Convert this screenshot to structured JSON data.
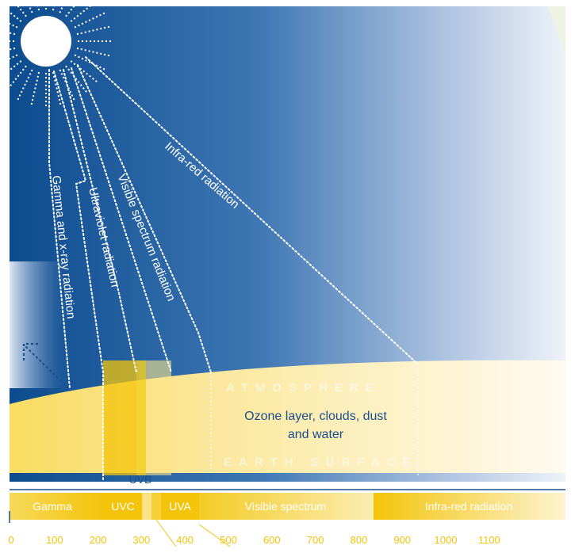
{
  "rays": {
    "gamma": "Gamma and x-ray radiation",
    "ultraviolet": "Ultraviolet radiation",
    "visible": "Visible spectrum radiation",
    "infrared": "Infra-red radiation"
  },
  "layers": {
    "atmosphere": "ATMOSPHERE",
    "earth_surface": "EARTH SURFACE",
    "ozone_line1": "Ozone layer, clouds, dust",
    "ozone_line2": "and water"
  },
  "spectrum": {
    "uvb_label": "UVB",
    "bands": [
      "Gamma",
      "UVC",
      "UVA",
      "Visible spectrum",
      "Infra-red radiation"
    ],
    "ticks": [
      "0",
      "100",
      "200",
      "300",
      "400",
      "500",
      "600",
      "700",
      "800",
      "900",
      "1000",
      "1100"
    ]
  },
  "colors": {
    "sky_dark": "#0e4f92",
    "sky_light": "#e8eef6",
    "earth_yellow": "#f9e27a",
    "band_yellow": "#f3c40a",
    "ozone_text": "#1a4f8f"
  }
}
